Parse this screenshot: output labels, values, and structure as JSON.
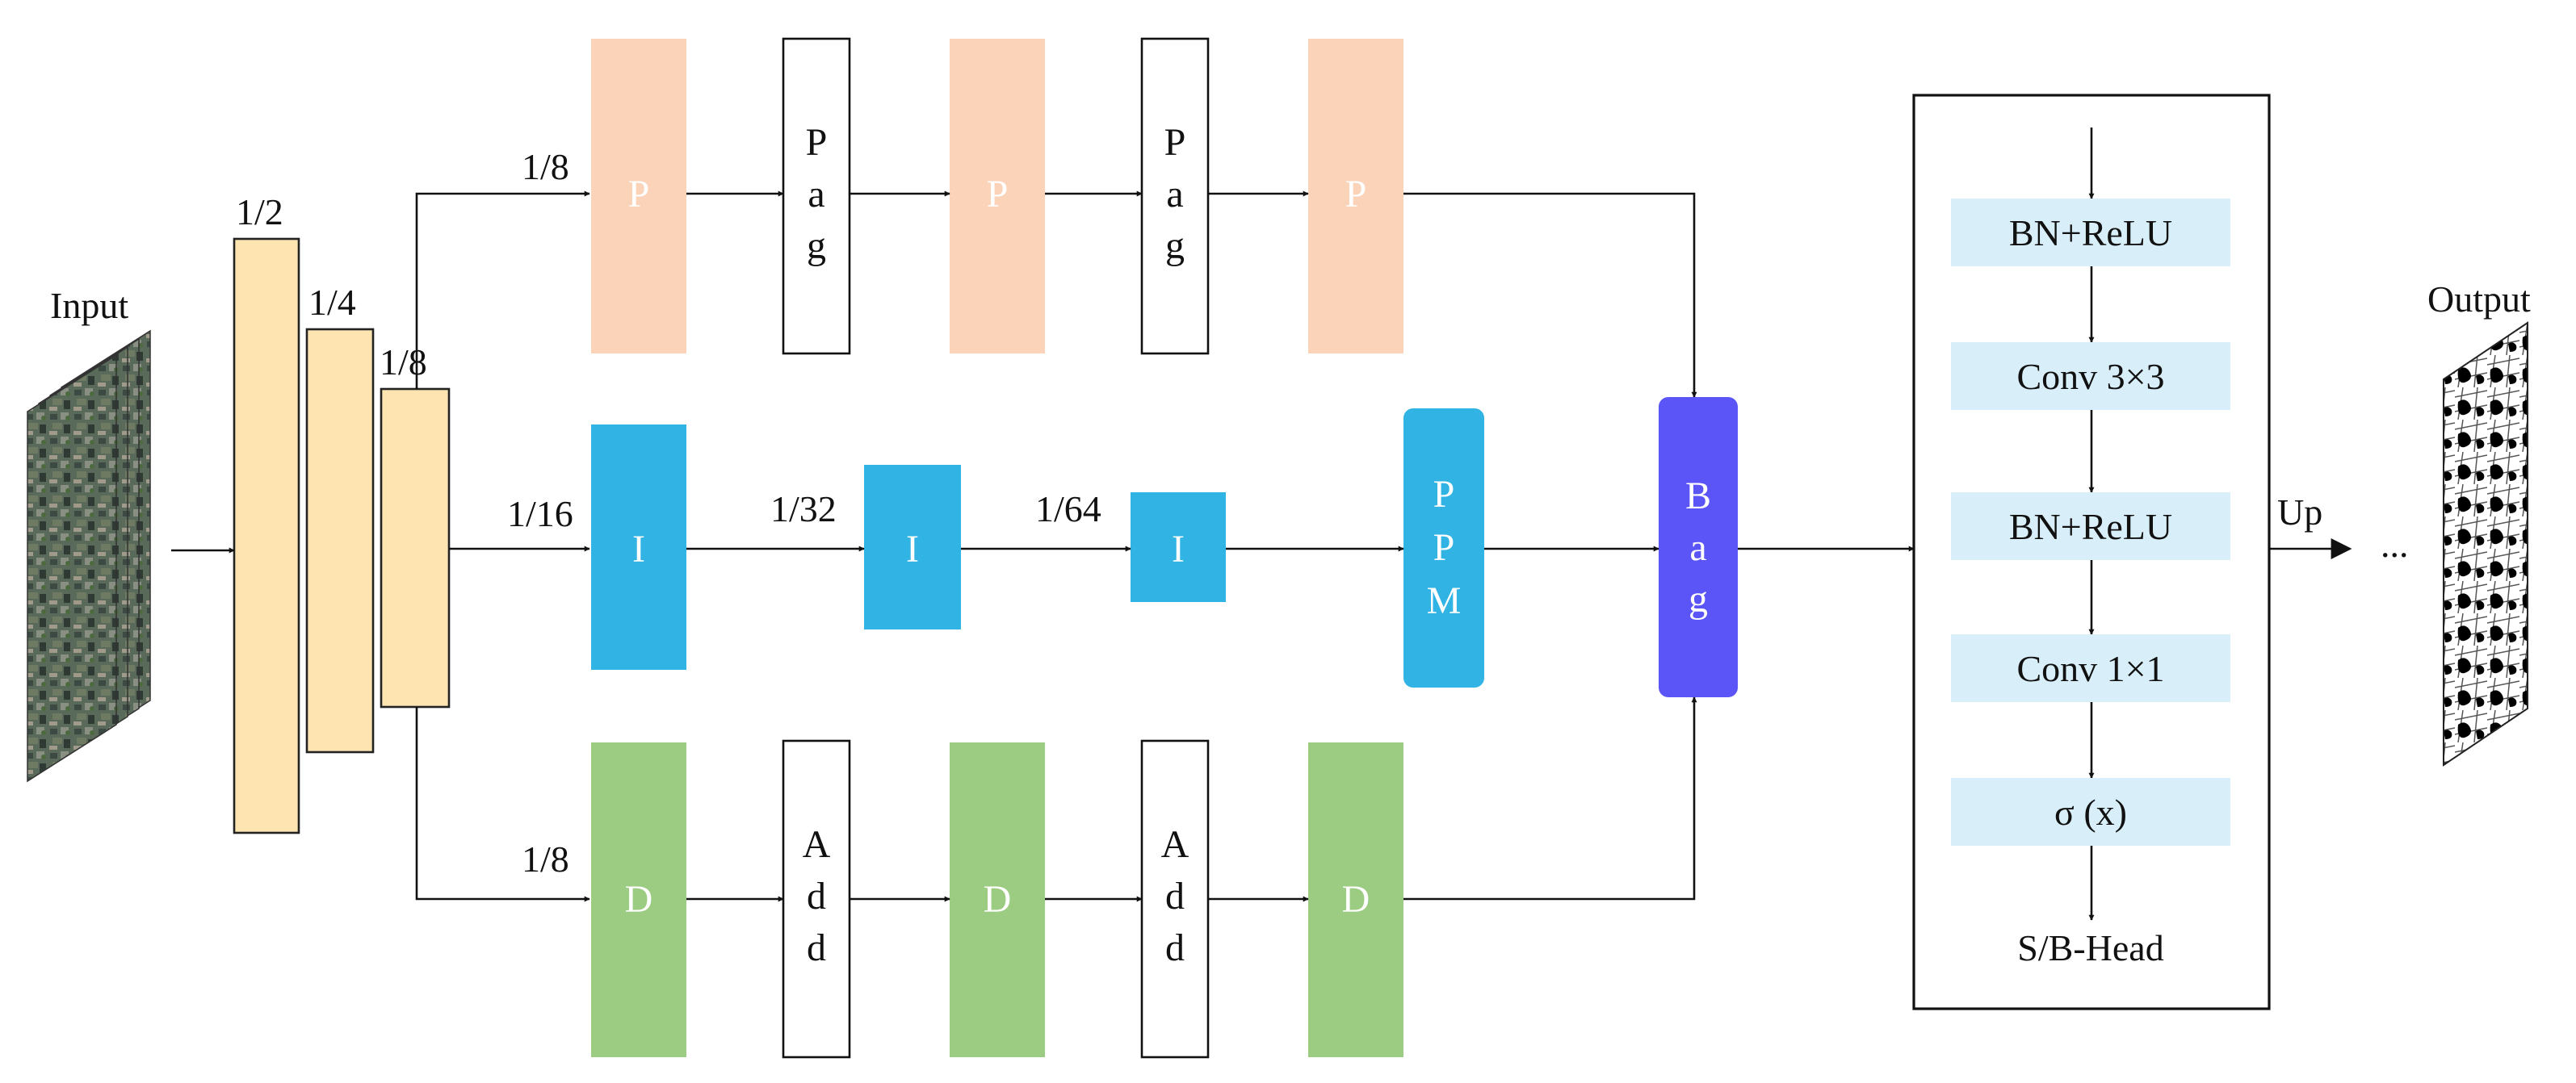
{
  "input_label": "Input",
  "output_label": "Output",
  "scales": {
    "half": "1/2",
    "quarter": "1/4",
    "eighth_stem": "1/8",
    "eighth_top": "1/8",
    "sixteenth": "1/16",
    "thirty_second": "1/32",
    "sixty_fourth": "1/64",
    "eighth_bottom": "1/8"
  },
  "p_branch": {
    "block_label": "P",
    "pag_chars": [
      "P",
      "a",
      "g"
    ]
  },
  "i_branch": {
    "block_label": "I",
    "ppm_chars": [
      "P",
      "P",
      "M"
    ]
  },
  "d_branch": {
    "block_label": "D",
    "add_chars": [
      "A",
      "d",
      "d"
    ]
  },
  "bag_chars": [
    "B",
    "a",
    "g"
  ],
  "head": {
    "steps": [
      "BN+ReLU",
      "Conv 3×3",
      "BN+ReLU",
      "Conv 1×1",
      "σ (x)"
    ],
    "name": "S/B-Head"
  },
  "up_label": "Up",
  "ellipsis": "...",
  "colors": {
    "stem": "#fde4b1",
    "p_block": "#fbd3b9",
    "i_block": "#31b3e4",
    "d_block": "#9ccb82",
    "bag": "#5b55f7",
    "head_step": "#d8eef8",
    "block_text": "#ffffff"
  }
}
